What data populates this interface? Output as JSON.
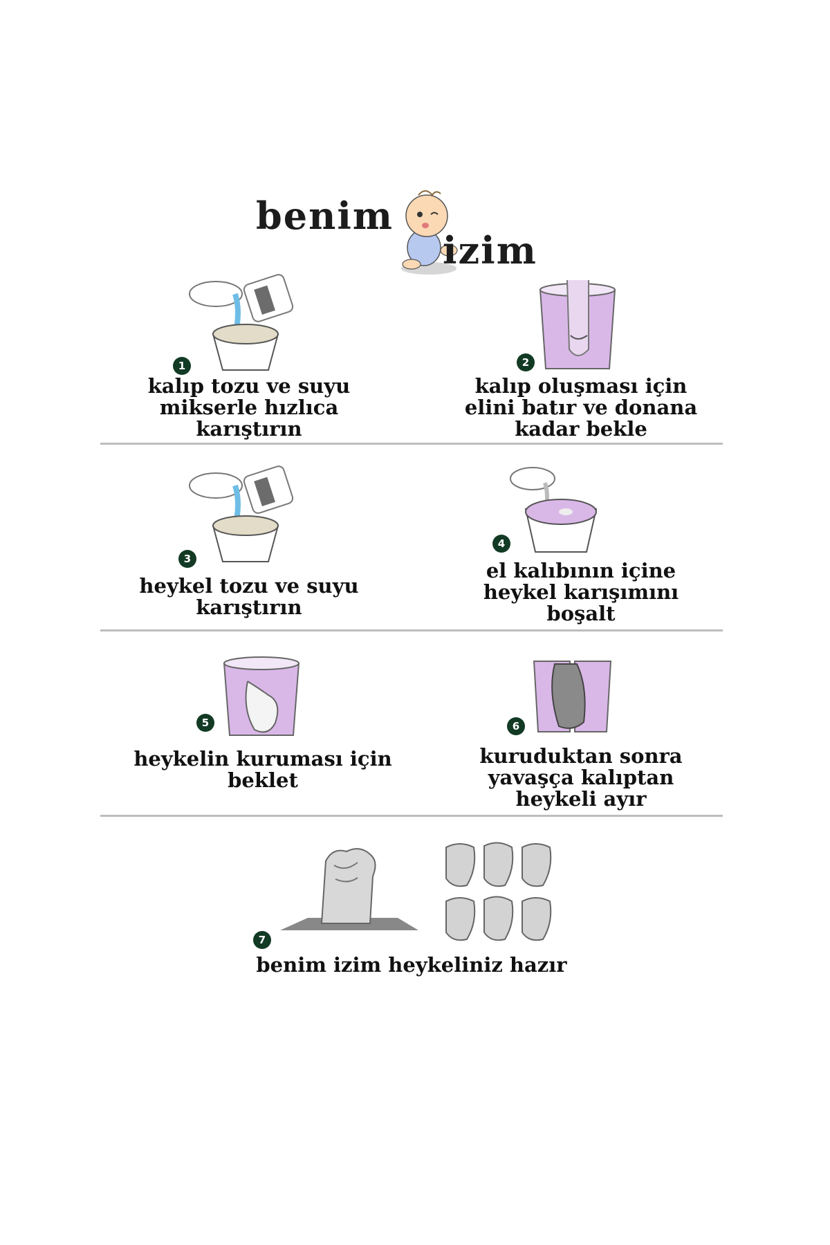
{
  "logo": {
    "word1": "benim",
    "word2": "izim"
  },
  "steps": [
    {
      "number": "1",
      "text": "kalıp tozu ve suyu\nmikserle hızlıca\nkarıştırın"
    },
    {
      "number": "2",
      "text": "kalıp oluşması için\nelini batır ve donana\nkadar bekle"
    },
    {
      "number": "3",
      "text": "heykel tozu ve suyu\nkarıştırın"
    },
    {
      "number": "4",
      "text": "el kalıbının içine\nheykel karışımını\nboşalt"
    },
    {
      "number": "5",
      "text": "heykelin kuruması için\nbeklet"
    },
    {
      "number": "6",
      "text": "kuruduktan sonra\nyavaşça kalıptan\nheykeli ayır"
    },
    {
      "number": "7",
      "text": "benim izim heykeliniz hazır"
    }
  ],
  "colors": {
    "badge": "#123a24",
    "lilac": "#d9b8e8",
    "water": "#9fd3ea",
    "divider": "#bdbdbd"
  }
}
